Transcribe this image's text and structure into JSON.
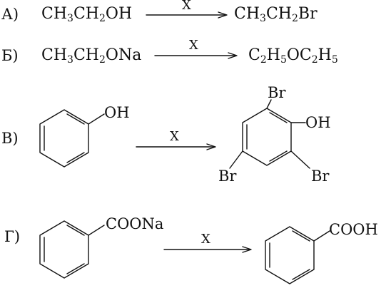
{
  "reactions": {
    "a": {
      "label": "А)",
      "reactant": [
        "CH",
        "3",
        "CH",
        "2",
        "OH"
      ],
      "reagent": "X",
      "product": [
        "CH",
        "3",
        "CH",
        "2",
        "Br"
      ]
    },
    "b": {
      "label": "Б)",
      "reactant": [
        "CH",
        "3",
        "CH",
        "2",
        "ONa"
      ],
      "reagent": "X",
      "product": [
        "C",
        "2",
        "H",
        "5",
        "OC",
        "2",
        "H",
        "5"
      ]
    },
    "v": {
      "label": "В)",
      "reactant_group": "OH",
      "reagent": "X",
      "product_groups": {
        "oh": "OH",
        "br_top": "Br",
        "br_left": "Br",
        "br_right": "Br"
      }
    },
    "g": {
      "label": "Г)",
      "reactant_group": "COONa",
      "reagent": "X",
      "product_group": "COOH"
    }
  }
}
